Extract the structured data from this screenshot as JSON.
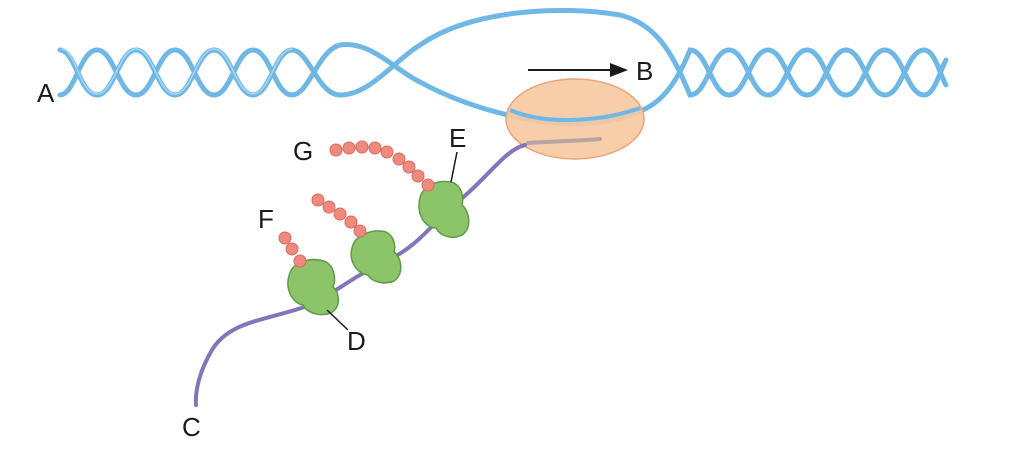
{
  "labels": {
    "a": "A",
    "b": "B",
    "c": "C",
    "d": "D",
    "e": "E",
    "f": "F",
    "g": "G"
  },
  "colors": {
    "dna": "#6fb8e6",
    "dna_light": "#a9d6f2",
    "mrna": "#8474b9",
    "polymerase": "#f6c9a0",
    "ribosome": "#8cc46a",
    "amino_acid": "#f08a7e",
    "text": "#1a1a1a"
  }
}
